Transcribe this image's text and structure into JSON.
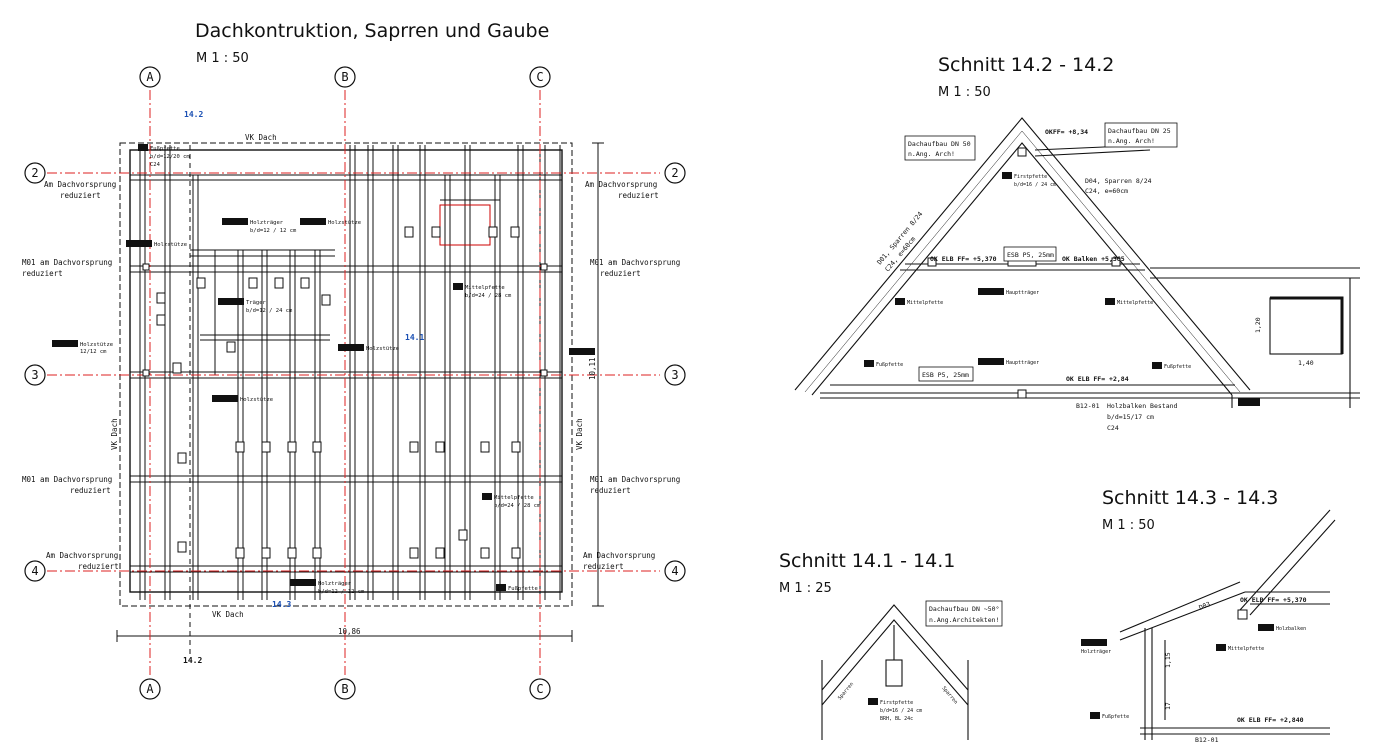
{
  "plan": {
    "title": "Dachkontruktion, Saprren und Gaube",
    "scale": "M  1 : 50",
    "axes_letters": [
      "A",
      "B",
      "C"
    ],
    "axes_numbers": [
      "2",
      "3",
      "4"
    ],
    "section_marks": [
      "14.2",
      "14.2",
      "14.3",
      "14.1"
    ],
    "vk_dach_top": "VK Dach",
    "vk_dach_bottom": "VK Dach",
    "vk_dach_left": "VK Dach",
    "vk_dach_right": "VK Dach",
    "overhang_reduced": "Am Dachvorsprung",
    "reduced": "reduziert",
    "m01_overhang": "M01 am Dachvorsprung",
    "dim_bottom": "10,86",
    "dim_right": "10,11",
    "tags": {
      "t1": "Fußpfette",
      "t1b": "b/d=12/20 cm",
      "t1c": "C24",
      "holzstuetze": "Holzstütze",
      "holzstuetze_dim": "12/12 cm",
      "traeger": "Träger",
      "traeger_dim": "b/d=12 / 24 cm",
      "mittelpfette": "Mittelpfette",
      "mittelpfette_dim": "b/d=24 / 28 cm",
      "holztraeger": "Holzträger",
      "holztraeger_dim": "b/d=12 / 12 cm"
    }
  },
  "section_142": {
    "title": "Schnitt 14.2 - 14.2",
    "scale": "M  1 : 50",
    "roof50": "Dachaufbau DN 50",
    "roof50b": "n.Ang. Arch!",
    "roof25": "Dachaufbau DN 25",
    "roof25b": "n.Ang. Arch!",
    "okff": "OKFF= +8,34",
    "sparren": "D01, Sparren 8/24",
    "sparren_b": "C24, e=60cm",
    "sparren2": "D04, Sparren 8/24",
    "sparren2_b": "C24, e=60cm",
    "firstpfette": "Firstpfette",
    "firstpfette_dim": "b/d=16 / 24 cm",
    "esb1": "ESB P5, 25mm",
    "esb2": "ESB P5, 25mm",
    "ok_elb1": "OK ELB  FF= +5,370",
    "ok_balken": "OK Balken +5,365",
    "ok_elb2": "OK ELB  FF= +2,84",
    "haupttraeger": "Hauptträger",
    "mittelpfette": "Mittelpfette",
    "fusspfette": "Fußpfette",
    "holzbalken": "Holzbalken Bestand",
    "holzbalken_dim": "b/d=15/17 cm",
    "holzbalken_mat": "C24",
    "b12": "B12-01",
    "dim_width": "1,40",
    "dim_height": "1,20"
  },
  "section_143": {
    "title": "Schnitt 14.3 - 14.3",
    "scale": "M  1 : 50",
    "ok_elb1": "OK ELB  FF= +5,370",
    "ok_elb2": "OK ELB  FF= +2,840",
    "holztraeger": "Holzträger",
    "mittelpfette": "Mittelpfette",
    "holzbalken": "Holzbalken",
    "fusspfette": "Fußpfette",
    "b12": "B12-01",
    "d03": "D03",
    "dim1": "1,15",
    "dim2": "17"
  },
  "section_141": {
    "title": "Schnitt 14.1 - 14.1",
    "scale": "M  1 : 25",
    "roof": "Dachaufbau DN ~50°",
    "roof_b": "n.Ang.Architekten!",
    "firstpfette": "Firstpfette",
    "firstpfette_dim": "b/d=16 / 24 cm",
    "firstpfette_mat": "BRH, BL 24c",
    "sparren_l": "Sparren",
    "sparren_r": "Sparren"
  }
}
